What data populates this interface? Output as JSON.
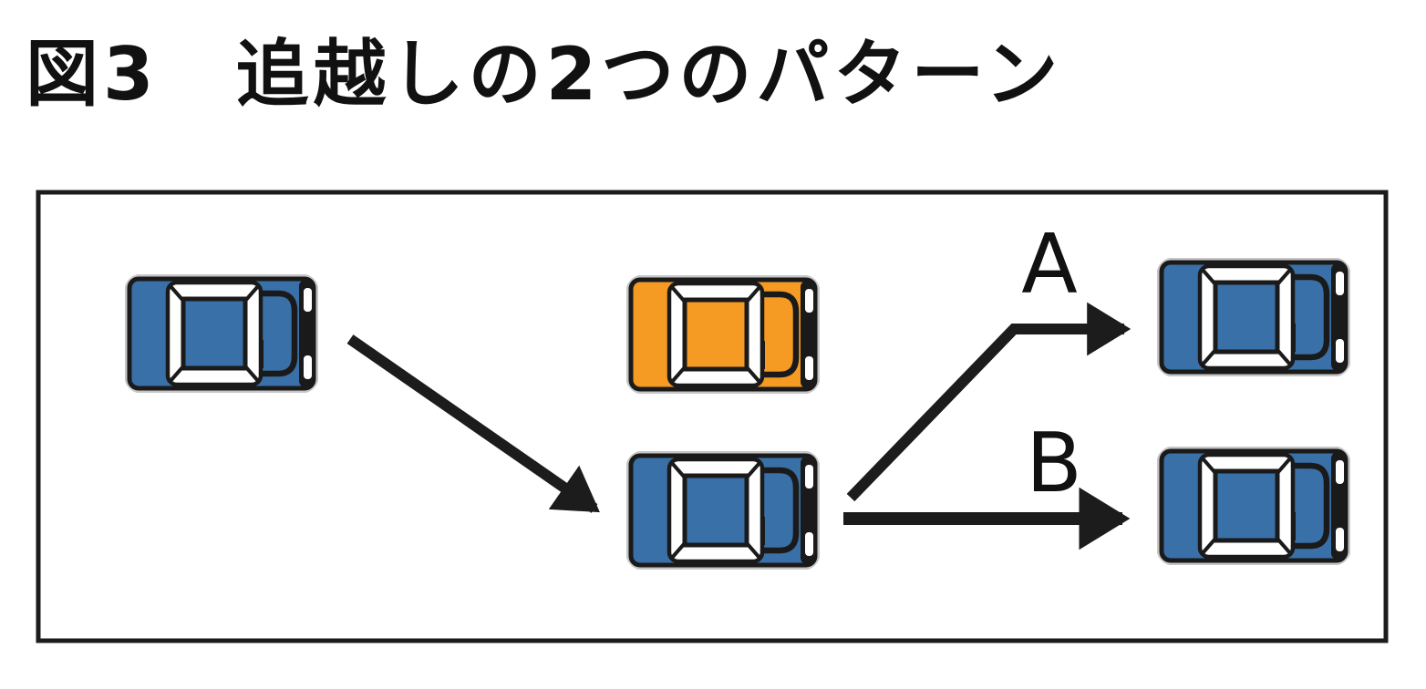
{
  "figure_title": "図3　追越しの2つのパターン",
  "diagram": {
    "pattern_a_label": "A",
    "pattern_b_label": "B",
    "cars": [
      {
        "role": "overtaking-car-start",
        "color": "#3A70A8"
      },
      {
        "role": "car-being-overtaken",
        "color": "#F59B23"
      },
      {
        "role": "overtaking-car-behind",
        "color": "#3A70A8"
      },
      {
        "role": "pattern-a-result-car",
        "color": "#3A70A8"
      },
      {
        "role": "pattern-b-result-car",
        "color": "#3A70A8"
      }
    ],
    "colors": {
      "arrow": "#1c1c1c",
      "border": "#1c1c1c",
      "label": "#111111"
    }
  }
}
